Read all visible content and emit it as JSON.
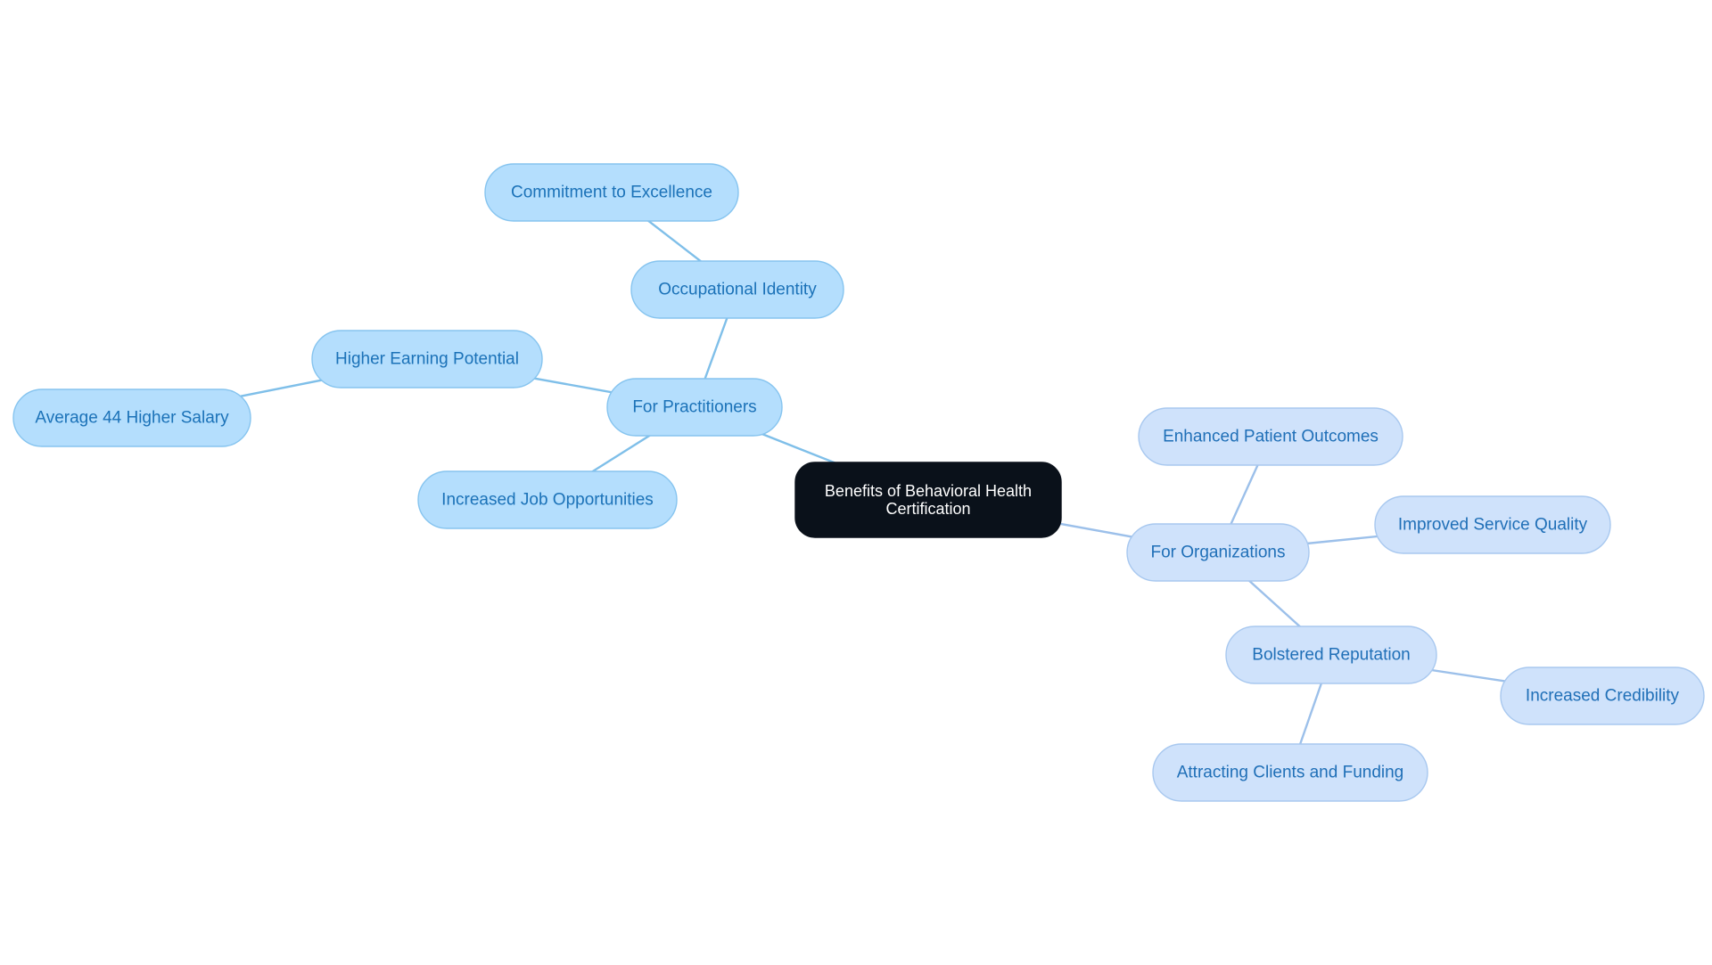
{
  "colors": {
    "background": "#ffffff",
    "root_fill": "#0a111a",
    "root_text": "#ffffff",
    "practitioners_fill": "#b4defd",
    "practitioners_stroke": "#86c4ef",
    "practitioners_text": "#1b72b8",
    "practitioners_edge": "#7fbfe9",
    "organizations_fill": "#cfe2fb",
    "organizations_stroke": "#a8c8ef",
    "organizations_text": "#1f6fb7",
    "organizations_edge": "#9cc0ea"
  },
  "mindmap": {
    "root": {
      "label_line1": "Benefits of Behavioral Health",
      "label_line2": "Certification"
    },
    "branches": [
      {
        "label": "For Practitioners",
        "children": [
          {
            "label": "Occupational Identity",
            "children": [
              {
                "label": "Commitment to Excellence"
              }
            ]
          },
          {
            "label": "Higher Earning Potential",
            "children": [
              {
                "label": "Average 44 Higher Salary"
              }
            ]
          },
          {
            "label": "Increased Job Opportunities"
          }
        ]
      },
      {
        "label": "For Organizations",
        "children": [
          {
            "label": "Enhanced Patient Outcomes"
          },
          {
            "label": "Improved Service Quality"
          },
          {
            "label": "Bolstered Reputation",
            "children": [
              {
                "label": "Increased Credibility"
              },
              {
                "label": "Attracting Clients and Funding"
              }
            ]
          }
        ]
      }
    ]
  }
}
